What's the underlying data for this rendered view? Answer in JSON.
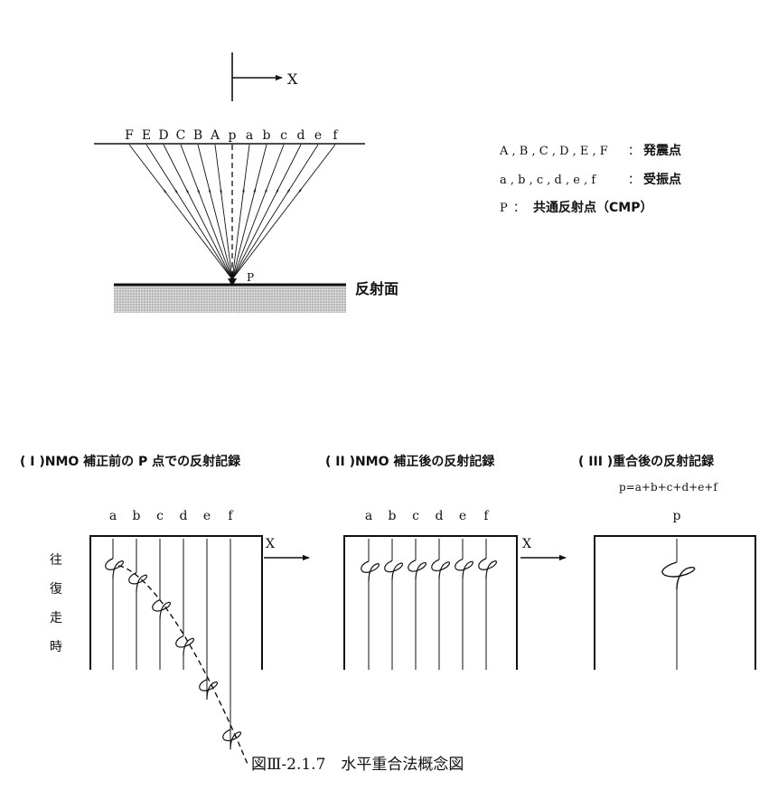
{
  "top": {
    "axis_label": "X",
    "shot_letters": [
      "F",
      "E",
      "D",
      "C",
      "B",
      "A"
    ],
    "midpoint_letter": "p",
    "receiver_letters": [
      "a",
      "b",
      "c",
      "d",
      "e",
      "f"
    ],
    "point_label": "P",
    "reflector_label": "反射面"
  },
  "legend": [
    {
      "key": "A , B , C , D , E , F",
      "sep": "：",
      "desc": "発震点"
    },
    {
      "key": "a , b , c , d , e , f",
      "sep": "：",
      "desc": "受振点"
    },
    {
      "key": "P",
      "sep": "：",
      "desc": "共通反射点（CMP）"
    }
  ],
  "panels": [
    {
      "title": "( I )NMO 補正前の P 点での反射記録",
      "traces": [
        "a",
        "b",
        "c",
        "d",
        "e",
        "f"
      ],
      "state": "before_nmo"
    },
    {
      "title": "( II )NMO 補正後の反射記録",
      "traces": [
        "a",
        "b",
        "c",
        "d",
        "e",
        "f"
      ],
      "state": "after_nmo"
    },
    {
      "title": "( III )重合後の反射記録",
      "formula": "p=a+b+c+d+e+f",
      "traces": [
        "p"
      ],
      "state": "stacked"
    }
  ],
  "arrow_label": "X",
  "time_axis_chars": [
    "往",
    "復",
    "走",
    "時"
  ],
  "caption": "図Ⅲ-2.1.7　水平重合法概念図"
}
